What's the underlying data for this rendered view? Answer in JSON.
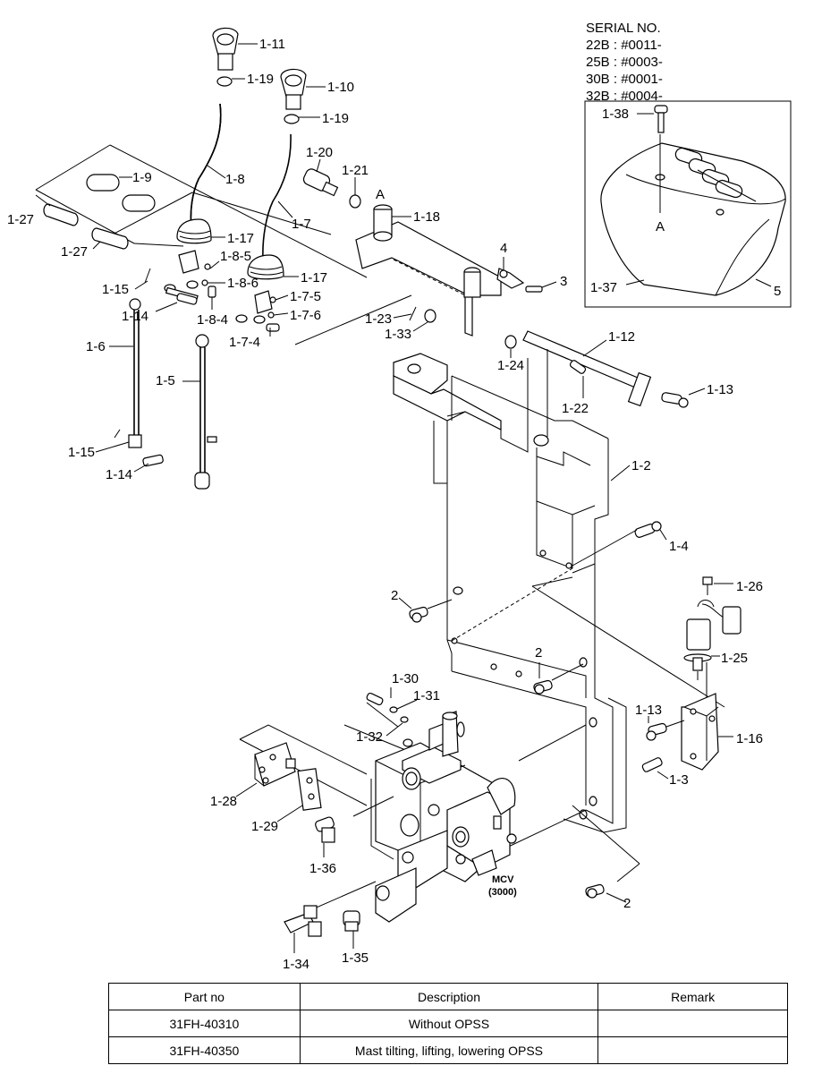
{
  "serial": {
    "title": "SERIAL NO.",
    "lines": [
      "22B : #0011-",
      "25B : #0003-",
      "30B : #0001-",
      "32B : #0004-"
    ]
  },
  "callouts": {
    "c1_11": "1-11",
    "c1_19a": "1-19",
    "c1_10": "1-10",
    "c1_19b": "1-19",
    "c1_20": "1-20",
    "c1_21": "1-21",
    "c1_8": "1-8",
    "c1_9": "1-9",
    "c1_27a": "1-27",
    "c1_27b": "1-27",
    "c1_7": "1-7",
    "cA1": "A",
    "c1_18": "1-18",
    "c1_17a": "1-17",
    "c1_8_5": "1-8-5",
    "c1_15a": "1-15",
    "c1_8_6": "1-8-6",
    "c1_17b": "1-17",
    "c4": "4",
    "c3": "3",
    "c1_14a": "1-14",
    "c1_8_4": "1-8-4",
    "c1_7_5": "1-7-5",
    "c1_7_6": "1-7-6",
    "c1_23": "1-23",
    "c1_33": "1-33",
    "c1_6": "1-6",
    "c1_7_4": "1-7-4",
    "c1_12": "1-12",
    "c1_24": "1-24",
    "c1_5": "1-5",
    "c1_13a": "1-13",
    "c1_22": "1-22",
    "c1_15b": "1-15",
    "c1_14b": "1-14",
    "c1_2": "1-2",
    "c1_4": "1-4",
    "c1_26": "1-26",
    "c2a": "2",
    "c1_25": "1-25",
    "c2b": "2",
    "c1_30": "1-30",
    "c1_31": "1-31",
    "c1_13b": "1-13",
    "c1_32": "1-32",
    "c1_16": "1-16",
    "c1_28": "1-28",
    "c1_3": "1-3",
    "c1_29": "1-29",
    "c1_36": "1-36",
    "mcv": "MCV",
    "mcv_code": "(3000)",
    "c2c": "2",
    "c1_34": "1-34",
    "c1_35": "1-35",
    "c1_38": "1-38",
    "cA2": "A",
    "c1_37": "1-37",
    "c5": "5"
  },
  "table": {
    "headers": [
      "Part no",
      "Description",
      "Remark"
    ],
    "rows": [
      {
        "part_no": "31FH-40310",
        "description": "Without OPSS",
        "remark": ""
      },
      {
        "part_no": "31FH-40350",
        "description": "Mast tilting, lifting, lowering OPSS",
        "remark": ""
      }
    ]
  }
}
